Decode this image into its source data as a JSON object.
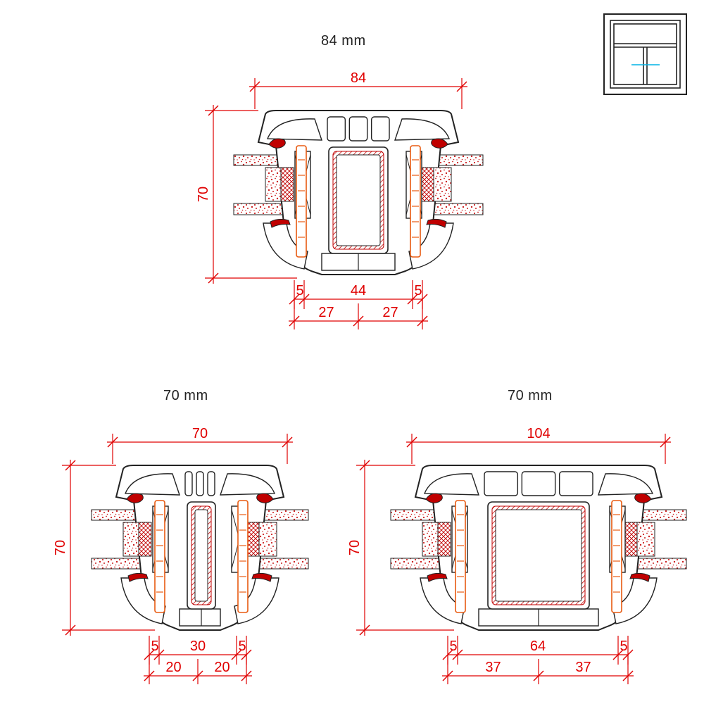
{
  "sections": [
    {
      "title": "84 mm",
      "dimensions": {
        "overall_width": "84",
        "height": "70",
        "left_offset": "5",
        "middle": "44",
        "right_offset": "5",
        "half_left": "27",
        "half_right": "27"
      }
    },
    {
      "title": "70 mm",
      "dimensions": {
        "overall_width": "70",
        "height": "70",
        "left_offset": "5",
        "middle": "30",
        "right_offset": "5",
        "half_left": "20",
        "half_right": "20"
      }
    },
    {
      "title": "70 mm",
      "dimensions": {
        "overall_width": "104",
        "height": "70",
        "left_offset": "5",
        "middle": "64",
        "right_offset": "5",
        "half_left": "37",
        "half_right": "37"
      }
    }
  ],
  "colors": {
    "dimension": "#e00000",
    "profile_outline": "#222222",
    "reinforcement": "#e85a10",
    "seal": "#c00000",
    "insulation": "#cc2020",
    "highlight": "#00b4e6"
  },
  "icon": "window-elevation-icon"
}
